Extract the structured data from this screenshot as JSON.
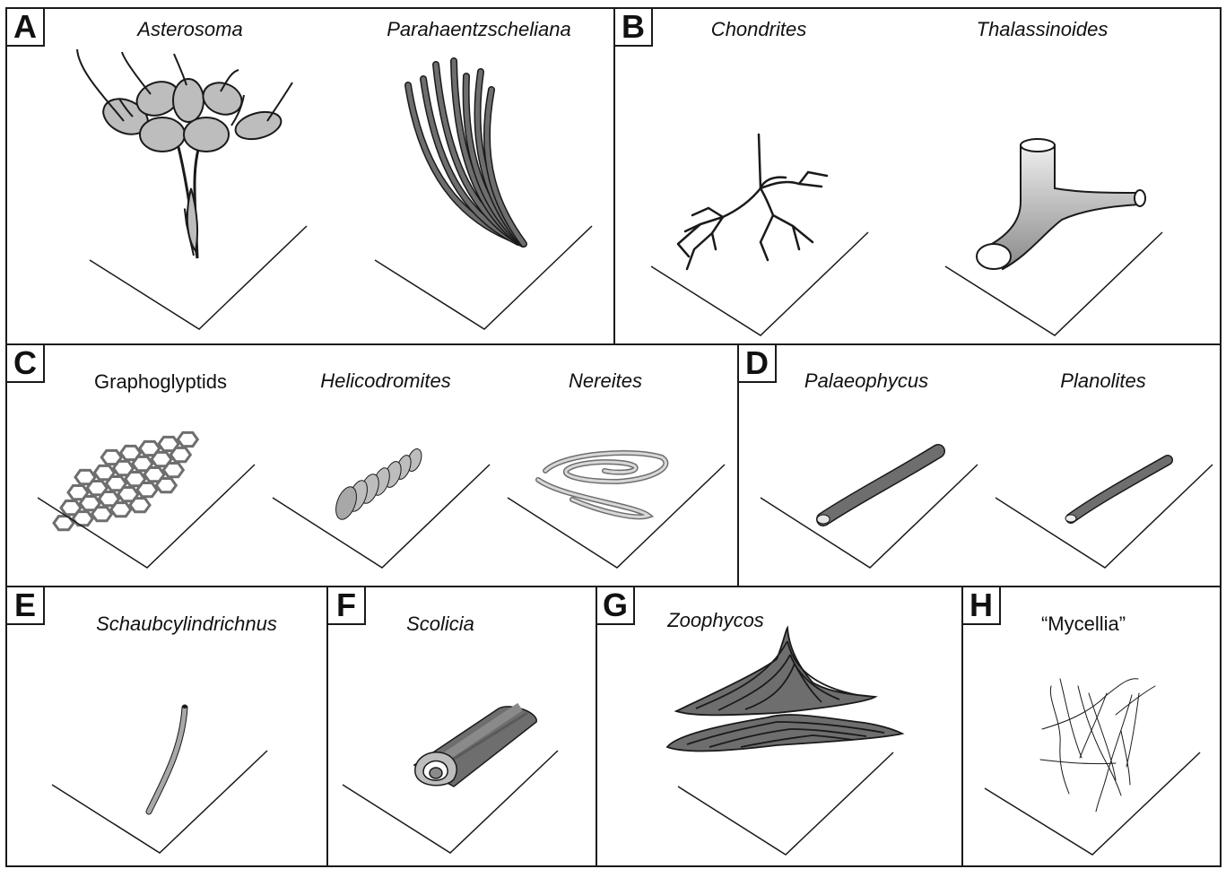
{
  "panels": {
    "A": {
      "letter": "A",
      "names": [
        "Asterosoma",
        "Parahaentzscheliana"
      ]
    },
    "B": {
      "letter": "B",
      "names": [
        "Chondrites",
        "Thalassinoides"
      ]
    },
    "C": {
      "letter": "C",
      "names": [
        "Graphoglyptids",
        "Helicodromites",
        "Nereites"
      ]
    },
    "D": {
      "letter": "D",
      "names": [
        "Palaeophycus",
        "Planolites"
      ]
    },
    "E": {
      "letter": "E",
      "names": [
        "Schaubcylindrichnus"
      ]
    },
    "F": {
      "letter": "F",
      "names": [
        "Scolicia"
      ]
    },
    "G": {
      "letter": "G",
      "names": [
        "Zoophycos"
      ]
    },
    "H": {
      "letter": "H",
      "names": [
        "“Mycellia”"
      ]
    }
  },
  "colors": {
    "fill_light": "#bdbdbd",
    "fill_mid": "#8a8a8a",
    "fill_dark": "#6e6e6e",
    "line": "#1a1a1a"
  }
}
